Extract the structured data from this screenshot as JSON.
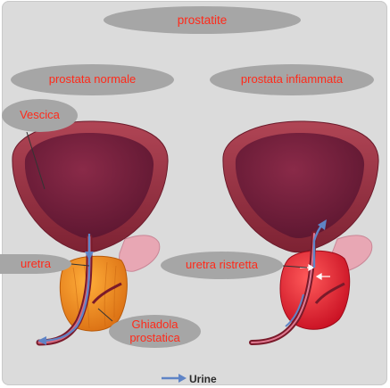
{
  "title": "prostatite",
  "left_panel": {
    "heading": "prostata normale",
    "labels": {
      "bladder": "Vescica",
      "urethra": "uretra",
      "gland_line1": "Ghiadola",
      "gland_line2": "prostatica"
    }
  },
  "right_panel": {
    "heading": "prostata infiammata",
    "labels": {
      "urethra": "uretra ristretta"
    }
  },
  "legend": {
    "text": "Urine",
    "arrow_icon": "right-arrow-icon"
  },
  "colors": {
    "label_text": "#ff2a1a",
    "label_background": "#a6a6a6",
    "background": "#dbdbdb",
    "bladder_wall": "#8e2a3a",
    "bladder_inner": "#6e1c36",
    "normal_gland": "#f08a1c",
    "inflamed_gland": "#e0142a",
    "urine_arrow": "#5f84c6"
  }
}
